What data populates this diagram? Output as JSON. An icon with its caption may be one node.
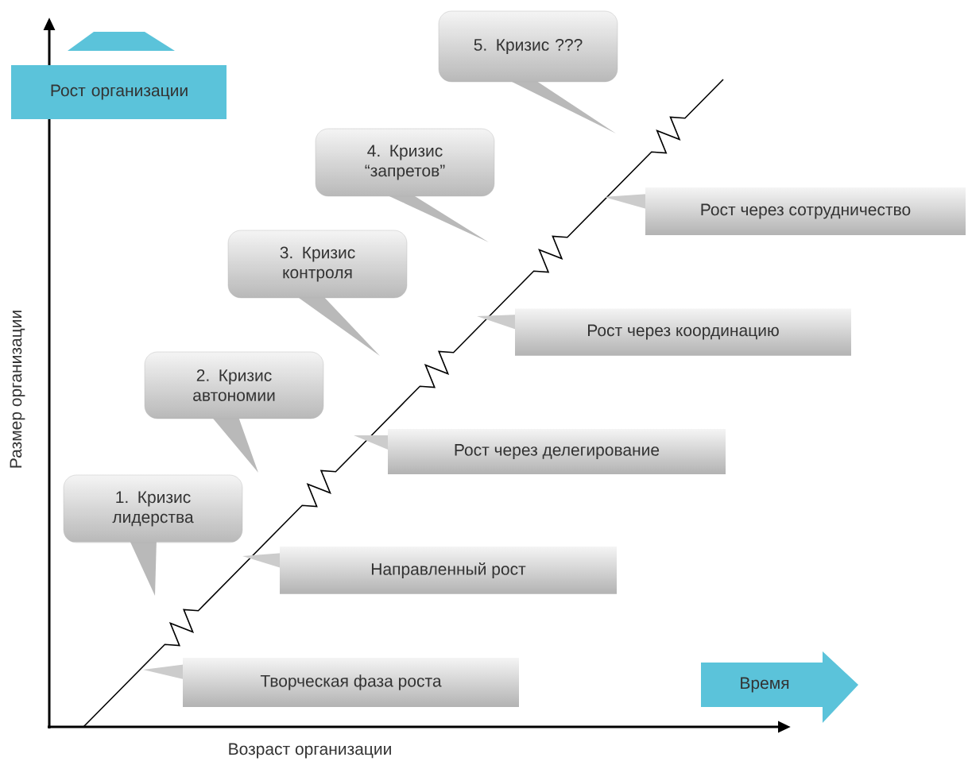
{
  "diagram": {
    "nodes": [
      {
        "text": [
          "Рост организации"
        ]
      },
      {
        "text": [
          "5. Кризис ???"
        ]
      },
      {
        "text": [
          "4. Кризис “запретов”"
        ]
      },
      {
        "text": [
          "Рост через сотрудничество"
        ]
      },
      {
        "text": [
          "3. Кризис контроля"
        ]
      },
      {
        "text": [
          "Рост через координацию"
        ]
      },
      {
        "text": [
          "2. Кризис автономии"
        ]
      },
      {
        "text": [
          "Рост через делегирование"
        ]
      },
      {
        "text": [
          "1. Кризис лидерства"
        ]
      },
      {
        "text": [
          "Направленный рост"
        ]
      },
      {
        "text": [
          "Творческая фаза роста"
        ]
      },
      {
        "text": [
          "Время"
        ]
      }
    ],
    "labels": [
      "Размер организации",
      "Возраст организации"
    ]
  }
}
